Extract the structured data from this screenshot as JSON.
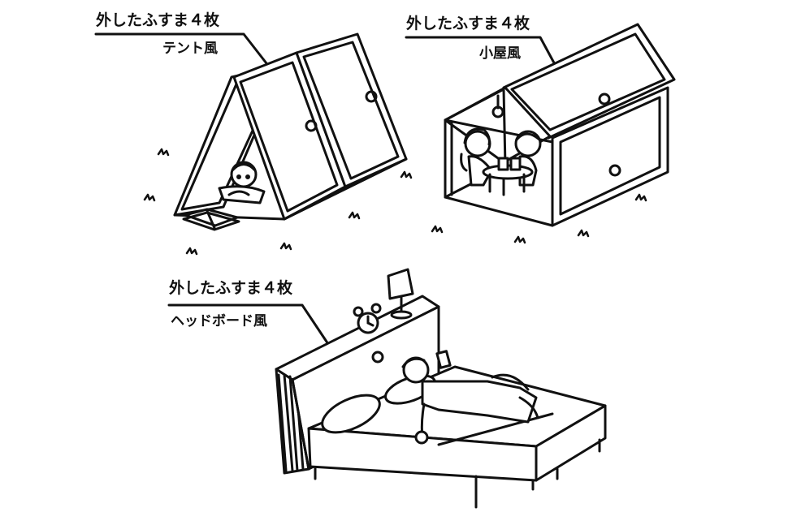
{
  "labels": {
    "tent": {
      "title": "外したふすま４枚",
      "subtitle": "テント風"
    },
    "hut": {
      "title": "外したふすま４枚",
      "subtitle": "小屋風"
    },
    "headboard": {
      "title": "外したふすま４枚",
      "subtitle": "ヘッドボード風"
    }
  },
  "colors": {
    "ink": "#111111",
    "paper": "#ffffff"
  }
}
